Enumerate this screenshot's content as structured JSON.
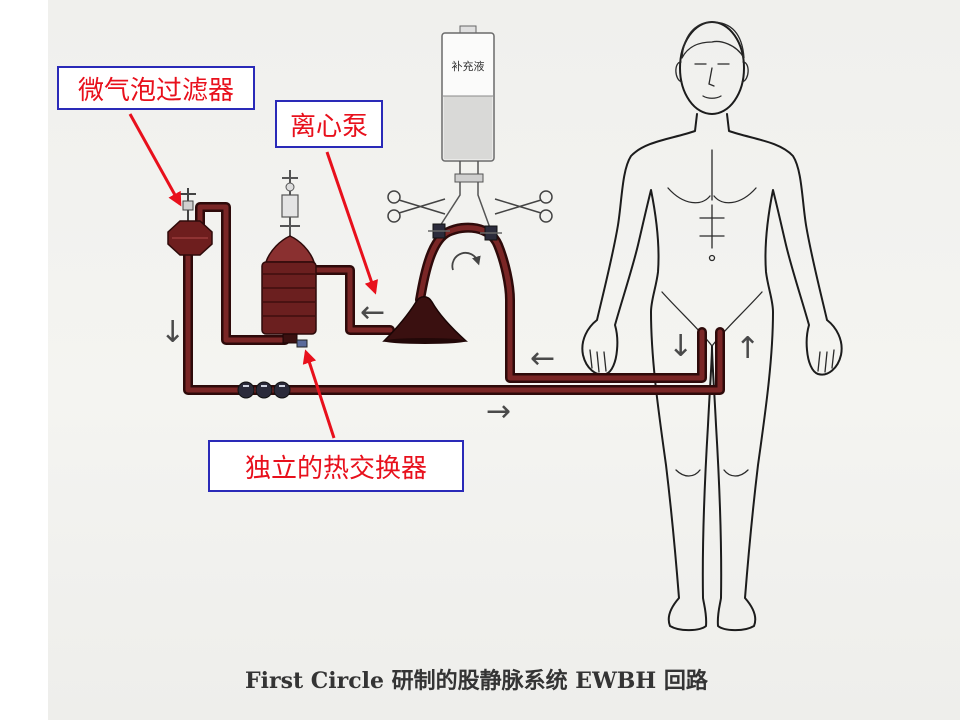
{
  "labels": {
    "filter": "微气泡过滤器",
    "pump": "离心泵",
    "heat_exchanger": "独立的热交换器"
  },
  "bag_label": "补充液",
  "caption": "First Circle 研制的股静脉系统 EWBH 回路",
  "flow_arrows": {
    "filter_down": "↓",
    "to_heat_exchanger": "←",
    "from_patient": "←",
    "venous_down": "↓",
    "arterial_up": "↑",
    "return_right": "→"
  },
  "colors": {
    "label_text": "#e8101c",
    "label_border": "#2a2ab8",
    "pointer": "#e8101c",
    "tubing": "#7a2626"
  }
}
